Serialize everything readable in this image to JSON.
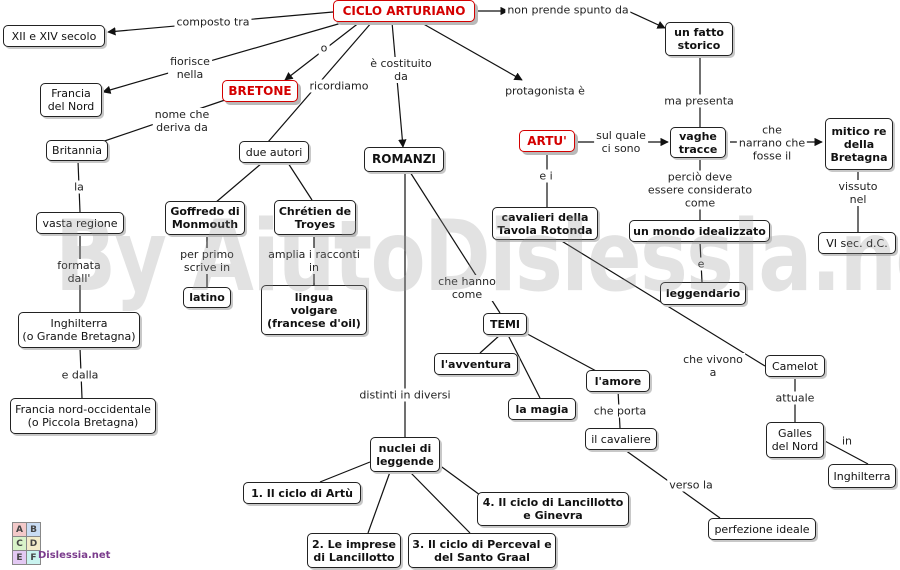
{
  "nodes": [
    {
      "id": "ciclo",
      "text": "CICLO ARTURIANO",
      "style": "red"
    },
    {
      "id": "xii",
      "text": "XII e  XIV secolo",
      "style": ""
    },
    {
      "id": "francia",
      "text": "Francia\ndel Nord",
      "style": ""
    },
    {
      "id": "bretone",
      "text": "BRETONE",
      "style": "red"
    },
    {
      "id": "britannia",
      "text": "Britannia",
      "style": ""
    },
    {
      "id": "vasta",
      "text": "vasta regione",
      "style": ""
    },
    {
      "id": "inghilterra_gb",
      "text": "Inghilterra\n(o Grande Bretagna)",
      "style": ""
    },
    {
      "id": "francia_no",
      "text": "Francia nord-occidentale\n(o Piccola Bretagna)",
      "style": ""
    },
    {
      "id": "due_autori",
      "text": "due autori",
      "style": ""
    },
    {
      "id": "goffredo",
      "text": "Goffredo di\nMonmouth",
      "style": "bold"
    },
    {
      "id": "chretien",
      "text": "Chrétien de\nTroyes",
      "style": "bold"
    },
    {
      "id": "latino",
      "text": "latino",
      "style": "bold"
    },
    {
      "id": "lingua",
      "text": "lingua\nvolgare\n(francese d'oil)",
      "style": "bold"
    },
    {
      "id": "romanzi",
      "text": "ROMANZI",
      "style": "big"
    },
    {
      "id": "temi",
      "text": "TEMI",
      "style": "bold"
    },
    {
      "id": "avventura",
      "text": "l'avventura",
      "style": "bold"
    },
    {
      "id": "magia",
      "text": "la magia",
      "style": "bold"
    },
    {
      "id": "amore",
      "text": "l'amore",
      "style": "bold"
    },
    {
      "id": "cavaliere",
      "text": "il cavaliere",
      "style": ""
    },
    {
      "id": "perfezione",
      "text": "perfezione ideale",
      "style": ""
    },
    {
      "id": "nuclei",
      "text": "nuclei di\nleggende",
      "style": "bold"
    },
    {
      "id": "c1",
      "text": "1. Il ciclo di Artù",
      "style": "bold"
    },
    {
      "id": "c2",
      "text": "2. Le imprese\ndi Lancillotto",
      "style": "bold"
    },
    {
      "id": "c3",
      "text": "3. Il ciclo di Perceval e\ndel Santo Graal",
      "style": "bold"
    },
    {
      "id": "c4",
      "text": "4. Il ciclo di Lancillotto\ne Ginevra",
      "style": "bold"
    },
    {
      "id": "artu",
      "text": "ARTU'",
      "style": "red"
    },
    {
      "id": "cavalieri",
      "text": "cavalieri della\nTavola Rotonda",
      "style": "bold"
    },
    {
      "id": "fatto",
      "text": "un fatto\nstorico",
      "style": "bold"
    },
    {
      "id": "vaghe",
      "text": "vaghe\ntracce",
      "style": "bold"
    },
    {
      "id": "mondo",
      "text": "un mondo idealizzato",
      "style": "bold"
    },
    {
      "id": "leggendario",
      "text": "leggendario",
      "style": "bold"
    },
    {
      "id": "mitico",
      "text": "mitico re\ndella\nBretagna",
      "style": "bold"
    },
    {
      "id": "vi_sec",
      "text": "VI sec. d.C.",
      "style": ""
    },
    {
      "id": "camelot",
      "text": "Camelot",
      "style": ""
    },
    {
      "id": "galles",
      "text": "Galles\ndel Nord",
      "style": ""
    },
    {
      "id": "inghilterra",
      "text": "Inghilterra",
      "style": ""
    }
  ],
  "links": [
    {
      "id": "composto",
      "text": "composto tra"
    },
    {
      "id": "fiorisce",
      "text": "fiorisce\nnella"
    },
    {
      "id": "o",
      "text": "o"
    },
    {
      "id": "nome",
      "text": "nome che\nderiva da"
    },
    {
      "id": "la",
      "text": "la"
    },
    {
      "id": "formata",
      "text": "formata\ndall'"
    },
    {
      "id": "edalla",
      "text": "e dalla"
    },
    {
      "id": "ricordiamo",
      "text": "ricordiamo"
    },
    {
      "id": "perprimo",
      "text": "per primo\nscrive in"
    },
    {
      "id": "amplia",
      "text": "amplia i racconti\nin"
    },
    {
      "id": "costituito",
      "text": "è costituito\nda"
    },
    {
      "id": "chehanno",
      "text": "che hanno\ncome"
    },
    {
      "id": "distinti",
      "text": "distinti in diversi"
    },
    {
      "id": "cheporta",
      "text": "che porta"
    },
    {
      "id": "versola",
      "text": "verso la"
    },
    {
      "id": "protagonista",
      "text": "protagonista è"
    },
    {
      "id": "ei",
      "text": "e i"
    },
    {
      "id": "chevivono",
      "text": "che vivono\na"
    },
    {
      "id": "attuale",
      "text": "attuale"
    },
    {
      "id": "in",
      "text": "in"
    },
    {
      "id": "nonprende",
      "text": "non prende spunto da"
    },
    {
      "id": "mapresenta",
      "text": "ma presenta"
    },
    {
      "id": "sulquale",
      "text": "sul quale\nci sono"
    },
    {
      "id": "chenarrano",
      "text": "che\nnarrano che\nfosse il"
    },
    {
      "id": "percio",
      "text": "perciò deve\nessere considerato\ncome"
    },
    {
      "id": "e",
      "text": "e"
    },
    {
      "id": "vissuto",
      "text": "vissuto nel"
    }
  ],
  "watermark": "By AiutoDislessia.net",
  "logo": {
    "blocks": [
      "A",
      "B",
      "C",
      "D",
      "E",
      "F"
    ],
    "brand": "Dislessia.net"
  }
}
